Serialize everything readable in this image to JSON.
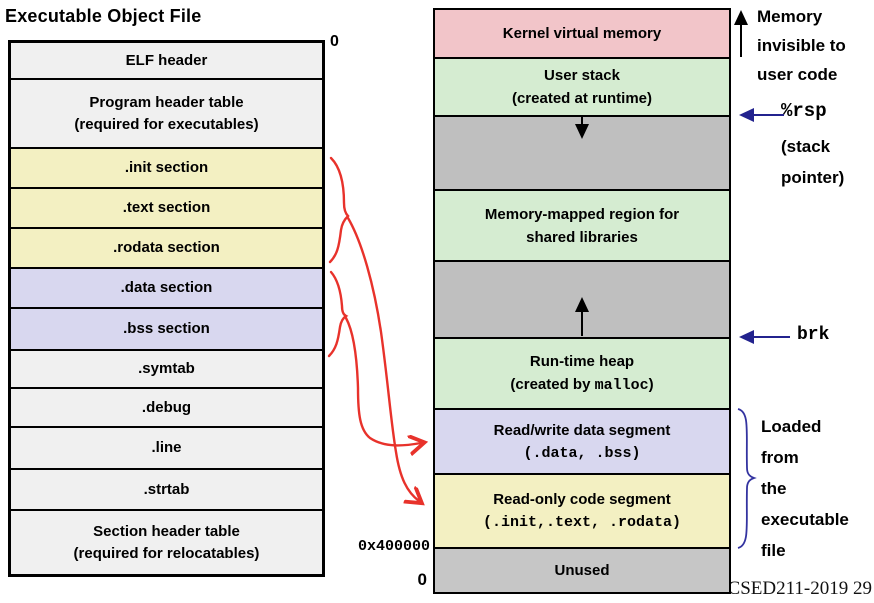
{
  "title": "Executable Object File",
  "footer": "CSED211-2019 29",
  "left_table": {
    "origin_label": "0",
    "rows": [
      {
        "l1": "ELF header"
      },
      {
        "l1": "Program header table",
        "l2": "(required for executables)"
      },
      {
        "l1": ".init section"
      },
      {
        "l1": ".text section"
      },
      {
        "l1": ".rodata section"
      },
      {
        "l1": ".data section"
      },
      {
        "l1": ".bss section"
      },
      {
        "l1": ".symtab"
      },
      {
        "l1": ".debug"
      },
      {
        "l1": ".line"
      },
      {
        "l1": ".strtab"
      },
      {
        "l1": "Section header table",
        "l2": "(required for relocatables)"
      }
    ]
  },
  "memory": {
    "blocks": [
      {
        "l1": "Kernel virtual memory"
      },
      {
        "l1": "User stack",
        "l2": "(created at runtime)"
      },
      {
        "l1": ""
      },
      {
        "l1": "Memory-mapped region for",
        "l2": "shared libraries"
      },
      {
        "l1": ""
      },
      {
        "l1": "Run-time heap",
        "l2_pre": "(created by ",
        "l2_code": "malloc",
        "l2_post": ")"
      },
      {
        "l1": "Read/write data segment",
        "l2_code": "(.data, .bss)"
      },
      {
        "l1": "Read-only code segment",
        "l2_code": "(.init,.text, .rodata)"
      },
      {
        "l1": "Unused"
      }
    ],
    "address_label": "0x400000",
    "bottom_label": "0"
  },
  "annotations": {
    "invisible_1": "Memory",
    "invisible_2": "invisible to",
    "invisible_3": "user code",
    "rsp": "%rsp",
    "rsp_sub_1": "(stack",
    "rsp_sub_2": "pointer)",
    "brk": "brk",
    "loaded_1": "Loaded",
    "loaded_2": "from",
    "loaded_3": "the",
    "loaded_4": "executable",
    "loaded_5": "file"
  },
  "colors": {
    "section_yellow": "#f3f0c2",
    "section_lavender": "#d8d7ef",
    "kernel_pink": "#f2c5c9",
    "runtime_green": "#d5ecd1",
    "memory_gray": "#bfbfbf",
    "table_row_gray": "#f0f0f0",
    "unused_gray": "#c6c6c6",
    "hand_drawn_red": "#e8322b",
    "pointer_navy": "#23238e",
    "brace_blue": "#3333a0"
  }
}
